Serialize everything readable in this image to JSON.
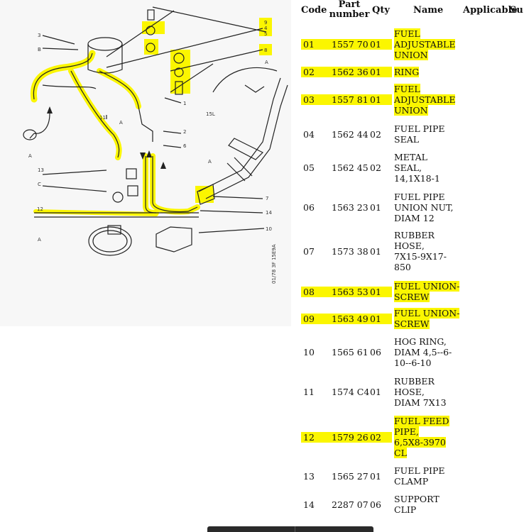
{
  "table": {
    "headers": {
      "code": "Code",
      "part_number_line1": "Part",
      "part_number_line2": "number",
      "qty": "Qty",
      "name": "Name",
      "applicable": "Applicable",
      "truncated": "Su"
    },
    "rows": [
      {
        "code": "01",
        "part": "1557 70",
        "qty": "01",
        "name": [
          "FUEL",
          "ADJUSTABLE",
          "UNION"
        ],
        "highlighted": true
      },
      {
        "code": "02",
        "part": "1562 36",
        "qty": "01",
        "name": [
          "RING"
        ],
        "highlighted": true
      },
      {
        "code": "03",
        "part": "1557 81",
        "qty": "01",
        "name": [
          "FUEL",
          "ADJUSTABLE",
          "UNION"
        ],
        "highlighted": true
      },
      {
        "code": "04",
        "part": "1562 44",
        "qty": "02",
        "name": [
          "FUEL PIPE",
          "SEAL"
        ],
        "highlighted": false
      },
      {
        "code": "05",
        "part": "1562 45",
        "qty": "02",
        "name": [
          "METAL",
          "SEAL,",
          "14,1X18-1"
        ],
        "highlighted": false
      },
      {
        "code": "06",
        "part": "1563 23",
        "qty": "01",
        "name": [
          "FUEL PIPE",
          "UNION NUT,",
          "DIAM 12"
        ],
        "highlighted": false
      },
      {
        "code": "07",
        "part": "1573 38",
        "qty": "01",
        "name": [
          "RUBBER",
          "HOSE,",
          "7X15-9X17-",
          "850"
        ],
        "highlighted": false
      },
      {
        "code": "08",
        "part": "1563 53",
        "qty": "01",
        "name": [
          "FUEL UNION-",
          "SCREW"
        ],
        "highlighted": true
      },
      {
        "code": "09",
        "part": "1563 49",
        "qty": "01",
        "name": [
          "FUEL UNION-",
          "SCREW"
        ],
        "highlighted": true
      },
      {
        "code": "10",
        "part": "1565 61",
        "qty": "06",
        "name": [
          "HOG RING,",
          "DIAM 4,5--6-",
          "10--6-10"
        ],
        "highlighted": false
      },
      {
        "code": "11",
        "part": "1574 C4",
        "qty": "01",
        "name": [
          "RUBBER",
          "HOSE,",
          "DIAM 7X13"
        ],
        "highlighted": false
      },
      {
        "code": "12",
        "part": "1579 26",
        "qty": "02",
        "name": [
          "FUEL FEED",
          "PIPE,",
          "6,5X8-3970",
          "CL"
        ],
        "highlighted": true
      },
      {
        "code": "13",
        "part": "1565 27",
        "qty": "01",
        "name": [
          "FUEL PIPE",
          "CLAMP"
        ],
        "highlighted": false
      },
      {
        "code": "14",
        "part": "2287 07",
        "qty": "06",
        "name": [
          "SUPPORT",
          "CLIP"
        ],
        "highlighted": false
      }
    ]
  },
  "diagram": {
    "callouts": [
      "1",
      "2",
      "3",
      "4",
      "5",
      "6",
      "7",
      "8",
      "9",
      "10",
      "11",
      "12",
      "13",
      "14",
      "A",
      "B",
      "C",
      "15L"
    ],
    "vertical_code": "01/78 3F 15E9A",
    "highlight_color": "#fbf600"
  }
}
